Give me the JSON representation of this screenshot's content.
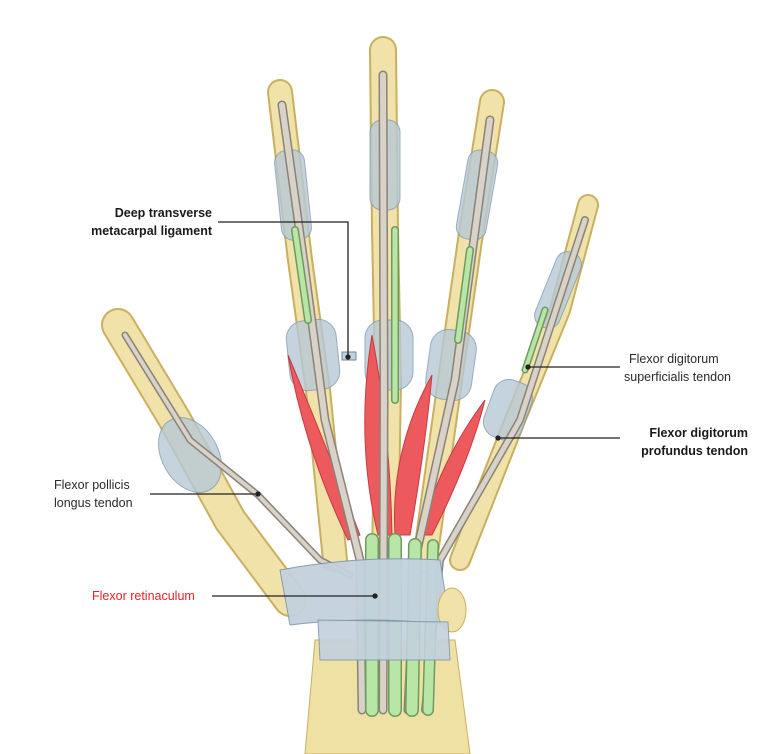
{
  "labels": {
    "deep_transverse": [
      "Deep transverse",
      "metacarpal ligament"
    ],
    "fds": [
      "Flexor digitorum",
      "superficialis tendon"
    ],
    "fdp": [
      "Flexor digitorum",
      "profundus tendon"
    ],
    "fpl": [
      "Flexor pollicis",
      "longus tendon"
    ],
    "retinaculum": "Flexor retinaculum"
  },
  "colors": {
    "bone": "#f0e2a8",
    "bone_edge": "#c9b060",
    "sheath": "#b7c8d6",
    "tendon": "#d9d2c8",
    "fds_tendon": "#b8e6a6",
    "muscle": "#ec5a5e",
    "retinaculum_label": "#e8212a"
  }
}
